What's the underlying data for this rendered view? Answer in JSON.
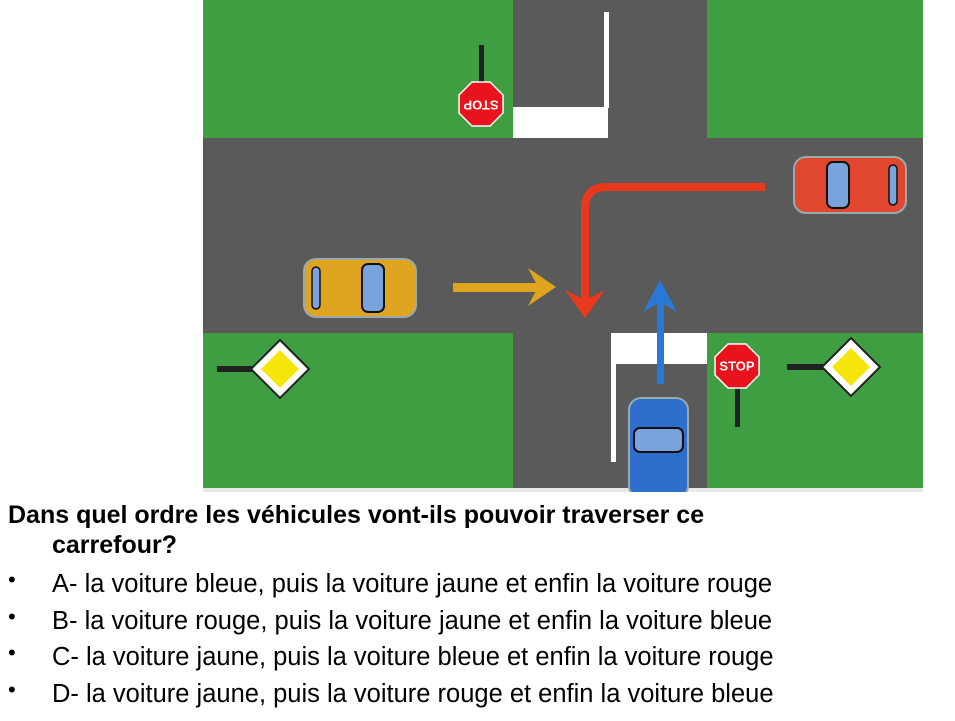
{
  "diagram": {
    "stop_sign_text": "STOP",
    "colors": {
      "grass": "#3f9e42",
      "road": "#5a5a5a",
      "red_car": "#e0472e",
      "yellow_car": "#dfa520",
      "blue_car": "#2e6fce",
      "red_arrow": "#e8391c",
      "yellow_arrow": "#dfa520",
      "blue_arrow": "#2a78d6"
    }
  },
  "question": {
    "line1": "Dans quel ordre les véhicules vont-ils pouvoir traverser ce",
    "line2": "carrefour?"
  },
  "answers": [
    "A- la voiture bleue, puis la voiture jaune et enfin la voiture rouge",
    "B- la voiture rouge, puis la voiture jaune et enfin la voiture bleue",
    "C- la voiture jaune, puis la voiture bleue et enfin la voiture rouge",
    "D- la voiture jaune, puis la voiture rouge et enfin la voiture bleue"
  ],
  "bullet": "•"
}
